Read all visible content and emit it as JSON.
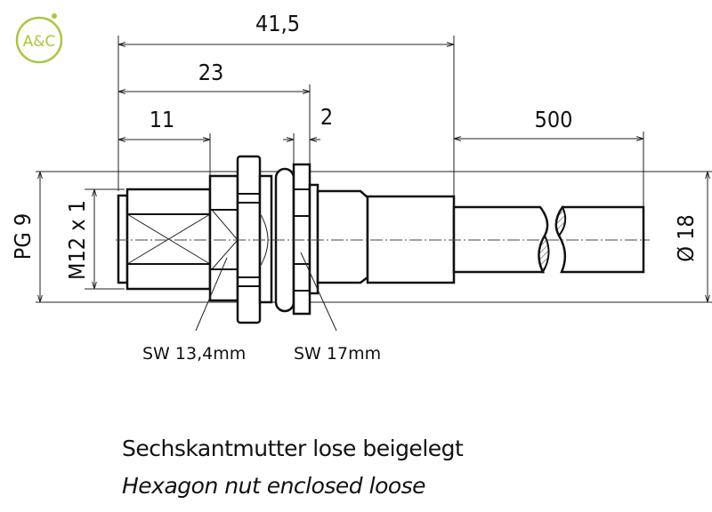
{
  "logo": {
    "text": "A&C",
    "color": "#a8c83c"
  },
  "dimensions": {
    "overall_length": "41,5",
    "body_length": "23",
    "thread_length": "11",
    "gap": "2",
    "cable_length": "500",
    "diameter": "Ø 18",
    "pg_thread": "PG 9",
    "metric_thread": "M12 x 1"
  },
  "wrench_sizes": {
    "sw1": "SW 13,4mm",
    "sw2": "SW 17mm"
  },
  "notes": {
    "german": "Sechskantmutter lose beigelegt",
    "english": "Hexagon nut enclosed loose"
  }
}
